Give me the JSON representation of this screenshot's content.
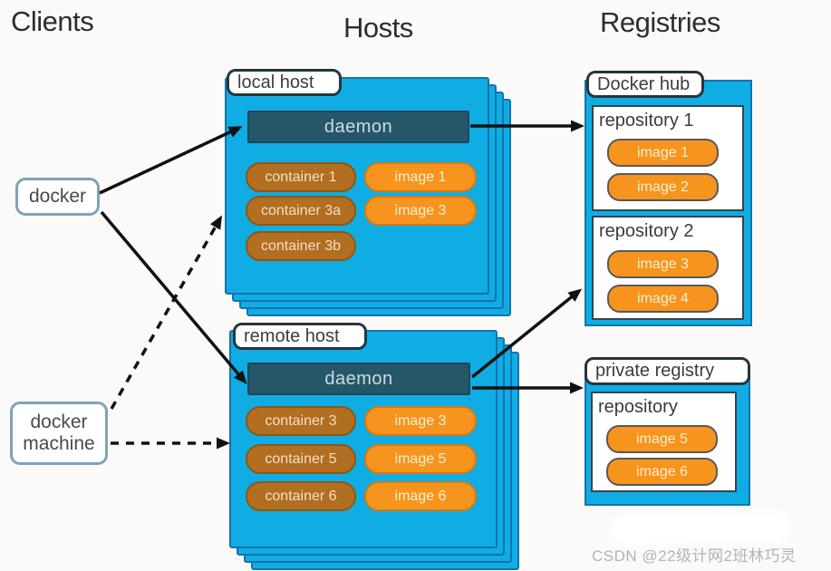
{
  "headings": {
    "clients": "Clients",
    "hosts": "Hosts",
    "registries": "Registries"
  },
  "clients": {
    "docker_label": "docker",
    "docker_machine_label": "docker machine"
  },
  "hosts": [
    {
      "label": "local host",
      "daemon": "daemon",
      "containers": [
        "container 1",
        "container 3a",
        "container 3b"
      ],
      "images": [
        "image 1",
        "image 3"
      ]
    },
    {
      "label": "remote host",
      "daemon": "daemon",
      "containers": [
        "container 3",
        "container 5",
        "container 6"
      ],
      "images": [
        "image 3",
        "image 5",
        "image 6"
      ]
    }
  ],
  "registries": [
    {
      "label": "Docker hub",
      "repositories": [
        {
          "name": "repository 1",
          "images": [
            "image 1",
            "image 2"
          ]
        },
        {
          "name": "repository 2",
          "images": [
            "image 3",
            "image 4"
          ]
        }
      ]
    },
    {
      "label": "private registry",
      "repositories": [
        {
          "name": "repository",
          "images": [
            "image 5",
            "image 6"
          ]
        }
      ]
    }
  ],
  "watermark": {
    "text": "CSDN @22级计网2班林巧灵"
  },
  "colors": {
    "host_blue": "#0fade4",
    "stack_border": "#1473ae",
    "daemon_fill": "#265769",
    "container_fill": "#b26e21",
    "image_fill": "#f7941e",
    "arrow": "#111111"
  }
}
